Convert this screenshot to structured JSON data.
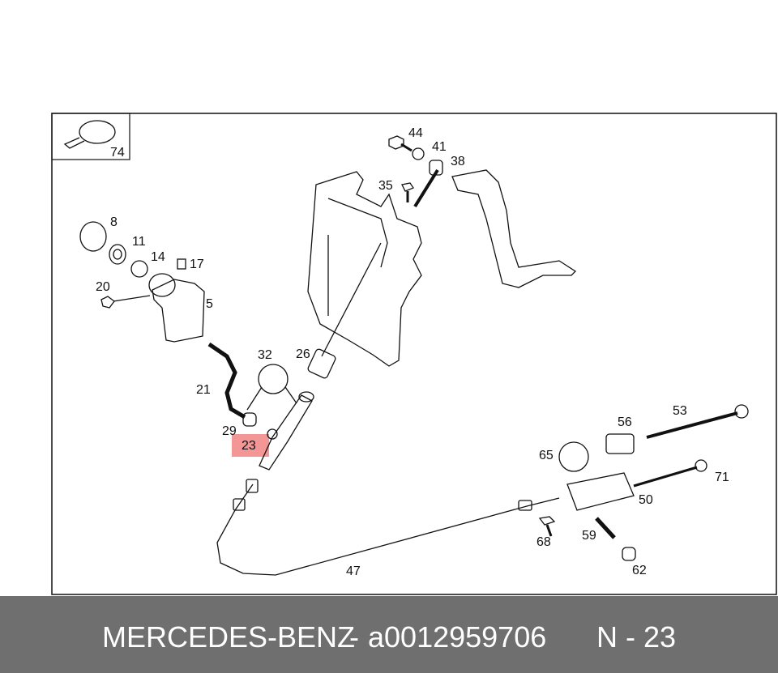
{
  "diagram": {
    "highlight_color": "#f28b8b",
    "highlighted_label": "23",
    "labels": [
      "74",
      "44",
      "41",
      "38",
      "35",
      "8",
      "11",
      "14",
      "17",
      "20",
      "5",
      "32",
      "26",
      "21",
      "29",
      "23",
      "56",
      "53",
      "65",
      "71",
      "50",
      "68",
      "59",
      "62",
      "47"
    ]
  },
  "footer": {
    "brand": "MERCEDES-BENZ",
    "separator": "-",
    "part_number": "a0012959706",
    "position": "N - 23"
  }
}
